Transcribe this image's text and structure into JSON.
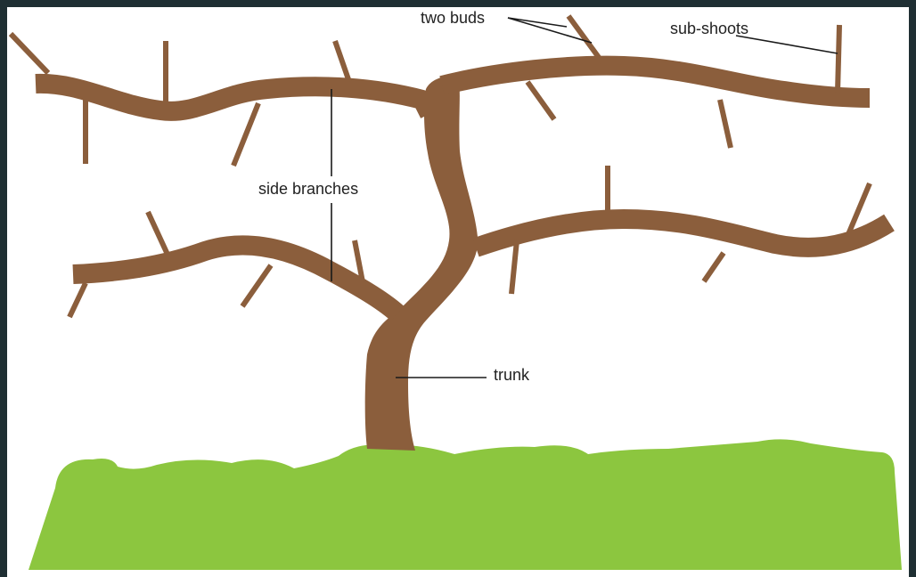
{
  "diagram": {
    "labels": {
      "two_buds": "two buds",
      "sub_shoots": "sub-shoots",
      "side_branches": "side branches",
      "trunk": "trunk"
    },
    "colors": {
      "frame": "#1f2f33",
      "background": "#ffffff",
      "wood": "#8b5e3c",
      "grass": "#8cc63f",
      "leader_line": "#1a1a1a",
      "text": "#222222"
    }
  }
}
